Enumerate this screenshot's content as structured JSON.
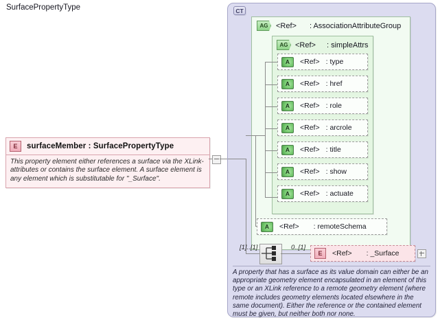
{
  "element": {
    "icon": "element-icon",
    "icon_label": "E",
    "title": "surfaceMember : SurfacePropertyType",
    "documentation": "This property element either references a surface via the XLink-attributes or contains the surface element. A surface element is any element which is substitutable for \"_Surface\".",
    "collapse_icon": "minus-collapse-icon"
  },
  "complex_type": {
    "icon_label": "CT",
    "icon": "complextype-icon",
    "title": "SurfacePropertyType",
    "documentation": "A property that has a surface as its value domain can either be an appropriate geometry element encapsulated in an element of this type or an XLink reference to a remote geometry element (where remote includes geometry elements located elsewhere in the same document). Either the reference or the contained element must be given, but neither both nor none."
  },
  "attribute_group_outer": {
    "icon_label": "AG",
    "icon": "attributegroup-icon",
    "ref": "<Ref>",
    "name": ": AssociationAttributeGroup"
  },
  "attribute_group_inner": {
    "icon_label": "AG",
    "icon": "attributegroup-icon",
    "ref": "<Ref>",
    "name": ": simpleAttrs"
  },
  "attributes": [
    {
      "icon_label": "A",
      "ref": "<Ref>",
      "name": ": type"
    },
    {
      "icon_label": "A",
      "ref": "<Ref>",
      "name": ": href"
    },
    {
      "icon_label": "A",
      "ref": "<Ref>",
      "name": ": role"
    },
    {
      "icon_label": "A",
      "ref": "<Ref>",
      "name": ": arcrole"
    },
    {
      "icon_label": "A",
      "ref": "<Ref>",
      "name": ": title"
    },
    {
      "icon_label": "A",
      "ref": "<Ref>",
      "name": ": show"
    },
    {
      "icon_label": "A",
      "ref": "<Ref>",
      "name": ": actuate"
    }
  ],
  "attribute_remote": {
    "icon_label": "A",
    "ref": "<Ref>",
    "name": ": remoteSchema"
  },
  "sequence": {
    "icon": "sequence-compositor-icon",
    "cardinality_left": "[1]..[1]",
    "cardinality_right": "0..[1]"
  },
  "surface_element": {
    "icon_label": "E",
    "icon": "element-icon",
    "ref": "<Ref>",
    "name": ": _Surface",
    "expand_icon": "plus-expand-icon"
  },
  "colors": {
    "complextype_bg": "#dcdcf0",
    "group_bg": "#f2fbf2",
    "group_inner_bg": "#e4f6e2",
    "element_bg": "#fdf0f2",
    "attribute_bg": "#fbfefb",
    "connector": "#8a8a8a"
  }
}
